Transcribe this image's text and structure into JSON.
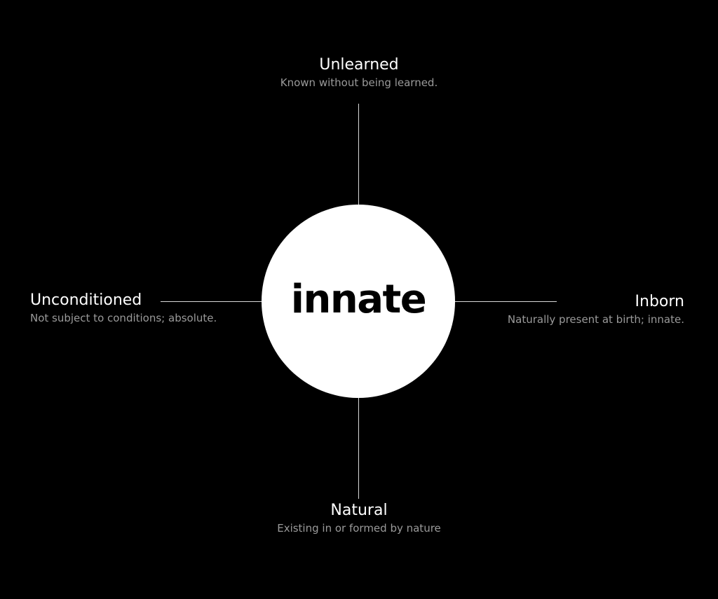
{
  "center": {
    "word": "innate"
  },
  "terms": {
    "top": {
      "title": "Unlearned",
      "definition": "Known without being learned."
    },
    "left": {
      "title": "Unconditioned",
      "definition": "Not subject to conditions; absolute."
    },
    "right": {
      "title": "Inborn",
      "definition": "Naturally present at birth; innate."
    },
    "bottom": {
      "title": "Natural",
      "definition": "Existing in or formed by nature"
    }
  },
  "colors": {
    "background": "#000000",
    "circle": "#ffffff",
    "center_text": "#000000",
    "title_text": "#ffffff",
    "definition_text": "#9a9a9a",
    "connector": "#d9d9d9"
  }
}
